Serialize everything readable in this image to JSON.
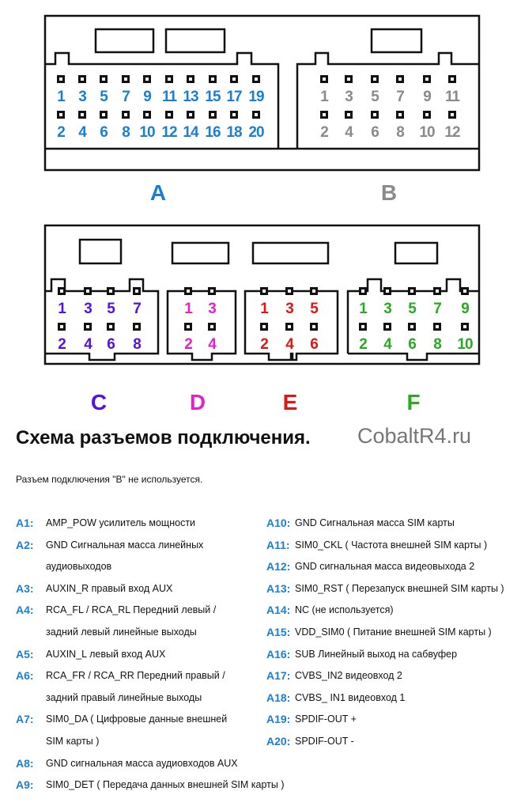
{
  "colors": {
    "A": "#1a7fd4",
    "B": "#8a8a8a",
    "C": "#5511dd",
    "D": "#e022cc",
    "E": "#e01515",
    "F": "#2aaa22"
  },
  "connectors": {
    "A": {
      "label": "A",
      "top": [
        "1",
        "3",
        "5",
        "7",
        "9",
        "11",
        "13",
        "15",
        "17",
        "19"
      ],
      "bottom": [
        "2",
        "4",
        "6",
        "8",
        "10",
        "12",
        "14",
        "16",
        "18",
        "20"
      ]
    },
    "B": {
      "label": "B",
      "top": [
        "1",
        "3",
        "5",
        "7",
        "9",
        "11"
      ],
      "bottom": [
        "2",
        "4",
        "6",
        "8",
        "10",
        "12"
      ]
    },
    "C": {
      "label": "C",
      "top": [
        "1",
        "3",
        "5",
        "7"
      ],
      "bottom": [
        "2",
        "4",
        "6",
        "8"
      ]
    },
    "D": {
      "label": "D",
      "top": [
        "1",
        "3"
      ],
      "bottom": [
        "2",
        "4"
      ]
    },
    "E": {
      "label": "E",
      "top": [
        "1",
        "3",
        "5"
      ],
      "bottom": [
        "2",
        "4",
        "6"
      ]
    },
    "F": {
      "label": "F",
      "top": [
        "1",
        "3",
        "5",
        "7",
        "9"
      ],
      "bottom": [
        "2",
        "4",
        "6",
        "8",
        "10"
      ]
    }
  },
  "watermark": "CobaltR4.ru",
  "title": "Схема разъемов подключения.",
  "subtitle": "Разъем подключения \"B\" не используется.",
  "pins_left": [
    {
      "pin": "A1:",
      "lines": [
        "AMP_POW усилитель мощности"
      ]
    },
    {
      "pin": "A2:",
      "lines": [
        "GND Сигнальная масса линейных",
        "аудиовыходов"
      ]
    },
    {
      "pin": "A3:",
      "lines": [
        "AUXIN_R правый вход AUX"
      ]
    },
    {
      "pin": "A4:",
      "lines": [
        "RCA_FL / RCA_RL Передний левый /",
        "задний левый линейные выходы"
      ]
    },
    {
      "pin": "A5:",
      "lines": [
        "AUXIN_L левый вход AUX"
      ]
    },
    {
      "pin": "A6:",
      "lines": [
        "RCA_FR / RCA_RR Передний правый /",
        "задний правый линейные выходы"
      ]
    },
    {
      "pin": "A7:",
      "lines": [
        "SIM0_DA ( Цифровые данные внешней",
        "SIM карты )"
      ]
    },
    {
      "pin": "A8:",
      "lines": [
        "GND сигнальная масса аудиовходов AUX"
      ]
    },
    {
      "pin": "A9:",
      "lines": [
        "SIM0_DET ( Передача данных внешней SIM карты )"
      ]
    }
  ],
  "pins_right": [
    {
      "pin": "A10:",
      "lines": [
        "GND Сигнальная масса SIM карты"
      ]
    },
    {
      "pin": "A11:",
      "lines": [
        "SIM0_CKL ( Частота внешней SIM карты )"
      ]
    },
    {
      "pin": "A12:",
      "lines": [
        "GND сигнальная масса видеовыхода 2"
      ]
    },
    {
      "pin": "A13:",
      "lines": [
        "SIM0_RST ( Перезапуск внешней SIM карты )"
      ]
    },
    {
      "pin": "A14:",
      "lines": [
        "NC (не используется)"
      ]
    },
    {
      "pin": "A15:",
      "lines": [
        "VDD_SIM0 ( Питание внешней SIM карты )"
      ]
    },
    {
      "pin": "A16:",
      "lines": [
        "SUB Линейный выход на сабвуфер"
      ]
    },
    {
      "pin": "A17:",
      "lines": [
        "CVBS_IN2 видеовход 2"
      ]
    },
    {
      "pin": "A18:",
      "lines": [
        "CVBS_ IN1 видеовход 1"
      ]
    },
    {
      "pin": "A19:",
      "lines": [
        "SPDIF-OUT +"
      ]
    },
    {
      "pin": "A20:",
      "lines": [
        "SPDIF-OUT -"
      ]
    }
  ]
}
